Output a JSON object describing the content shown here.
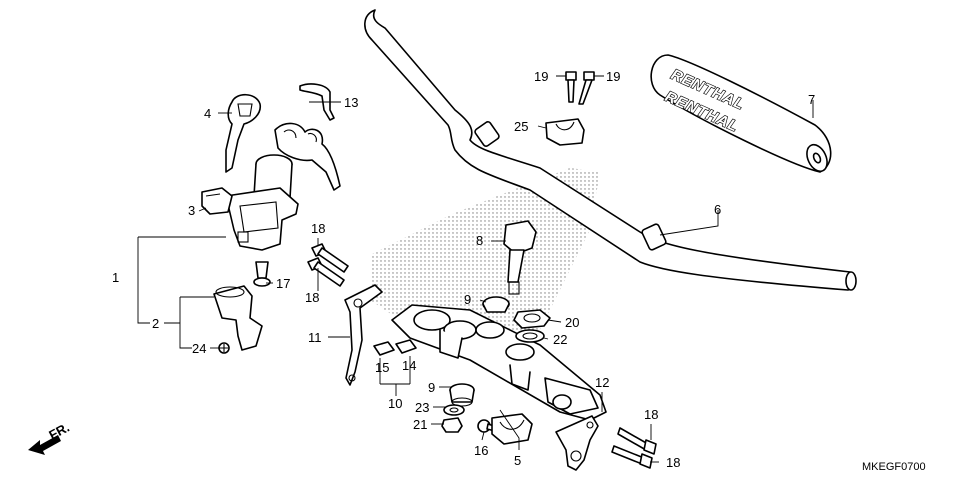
{
  "diagram": {
    "code": "MKEGF0700",
    "direction_label": "FR.",
    "brand_text": "RENTHAL",
    "callouts": [
      {
        "id": "c1",
        "label": "1"
      },
      {
        "id": "c2",
        "label": "2"
      },
      {
        "id": "c3",
        "label": "3"
      },
      {
        "id": "c4",
        "label": "4"
      },
      {
        "id": "c5",
        "label": "5"
      },
      {
        "id": "c6",
        "label": "6"
      },
      {
        "id": "c7",
        "label": "7"
      },
      {
        "id": "c8",
        "label": "8"
      },
      {
        "id": "c9a",
        "label": "9"
      },
      {
        "id": "c9b",
        "label": "9"
      },
      {
        "id": "c10",
        "label": "10"
      },
      {
        "id": "c11",
        "label": "11"
      },
      {
        "id": "c12",
        "label": "12"
      },
      {
        "id": "c13",
        "label": "13"
      },
      {
        "id": "c14",
        "label": "14"
      },
      {
        "id": "c15",
        "label": "15"
      },
      {
        "id": "c16",
        "label": "16"
      },
      {
        "id": "c17",
        "label": "17"
      },
      {
        "id": "c18a",
        "label": "18"
      },
      {
        "id": "c18b",
        "label": "18"
      },
      {
        "id": "c18c",
        "label": "18"
      },
      {
        "id": "c18d",
        "label": "18"
      },
      {
        "id": "c19a",
        "label": "19"
      },
      {
        "id": "c19b",
        "label": "19"
      },
      {
        "id": "c20",
        "label": "20"
      },
      {
        "id": "c21",
        "label": "21"
      },
      {
        "id": "c22",
        "label": "22"
      },
      {
        "id": "c23",
        "label": "23"
      },
      {
        "id": "c24",
        "label": "24"
      },
      {
        "id": "c25",
        "label": "25"
      }
    ]
  }
}
